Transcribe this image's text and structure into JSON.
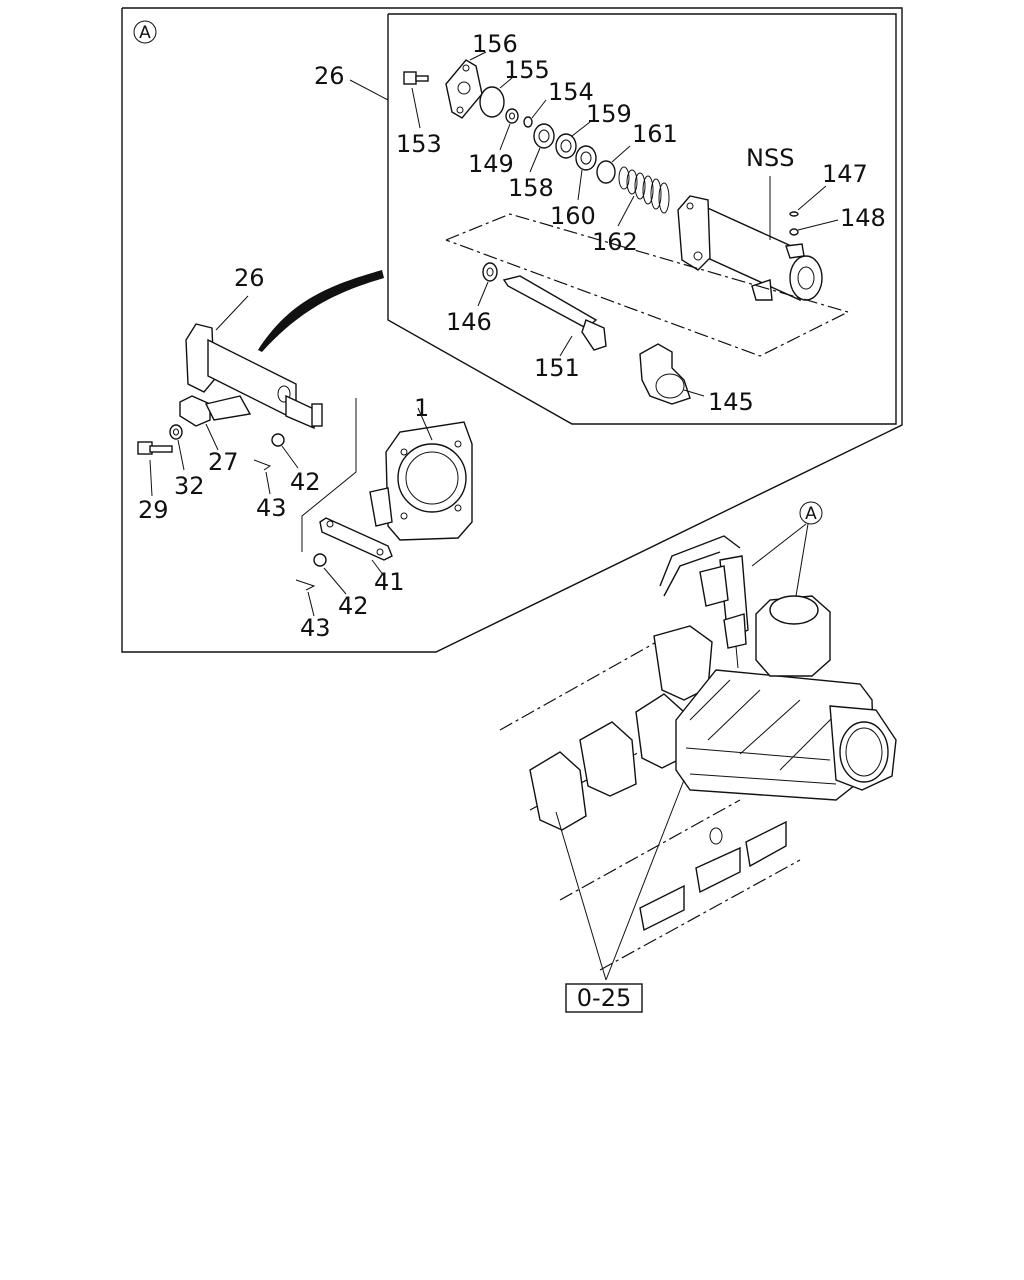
{
  "detail_marker": "A",
  "reference_label": "0-25",
  "labels": {
    "p1": "1",
    "p26_top": "26",
    "p26_left": "26",
    "p27": "27",
    "p29": "29",
    "p32": "32",
    "p41": "41",
    "p42_a": "42",
    "p42_b": "42",
    "p43_a": "43",
    "p43_b": "43",
    "p145": "145",
    "p146": "146",
    "p147": "147",
    "p148": "148",
    "p149": "149",
    "p151": "151",
    "p153": "153",
    "p154": "154",
    "p155": "155",
    "p156": "156",
    "p158": "158",
    "p159": "159",
    "p160": "160",
    "p161": "161",
    "p162": "162",
    "nss": "NSS"
  }
}
